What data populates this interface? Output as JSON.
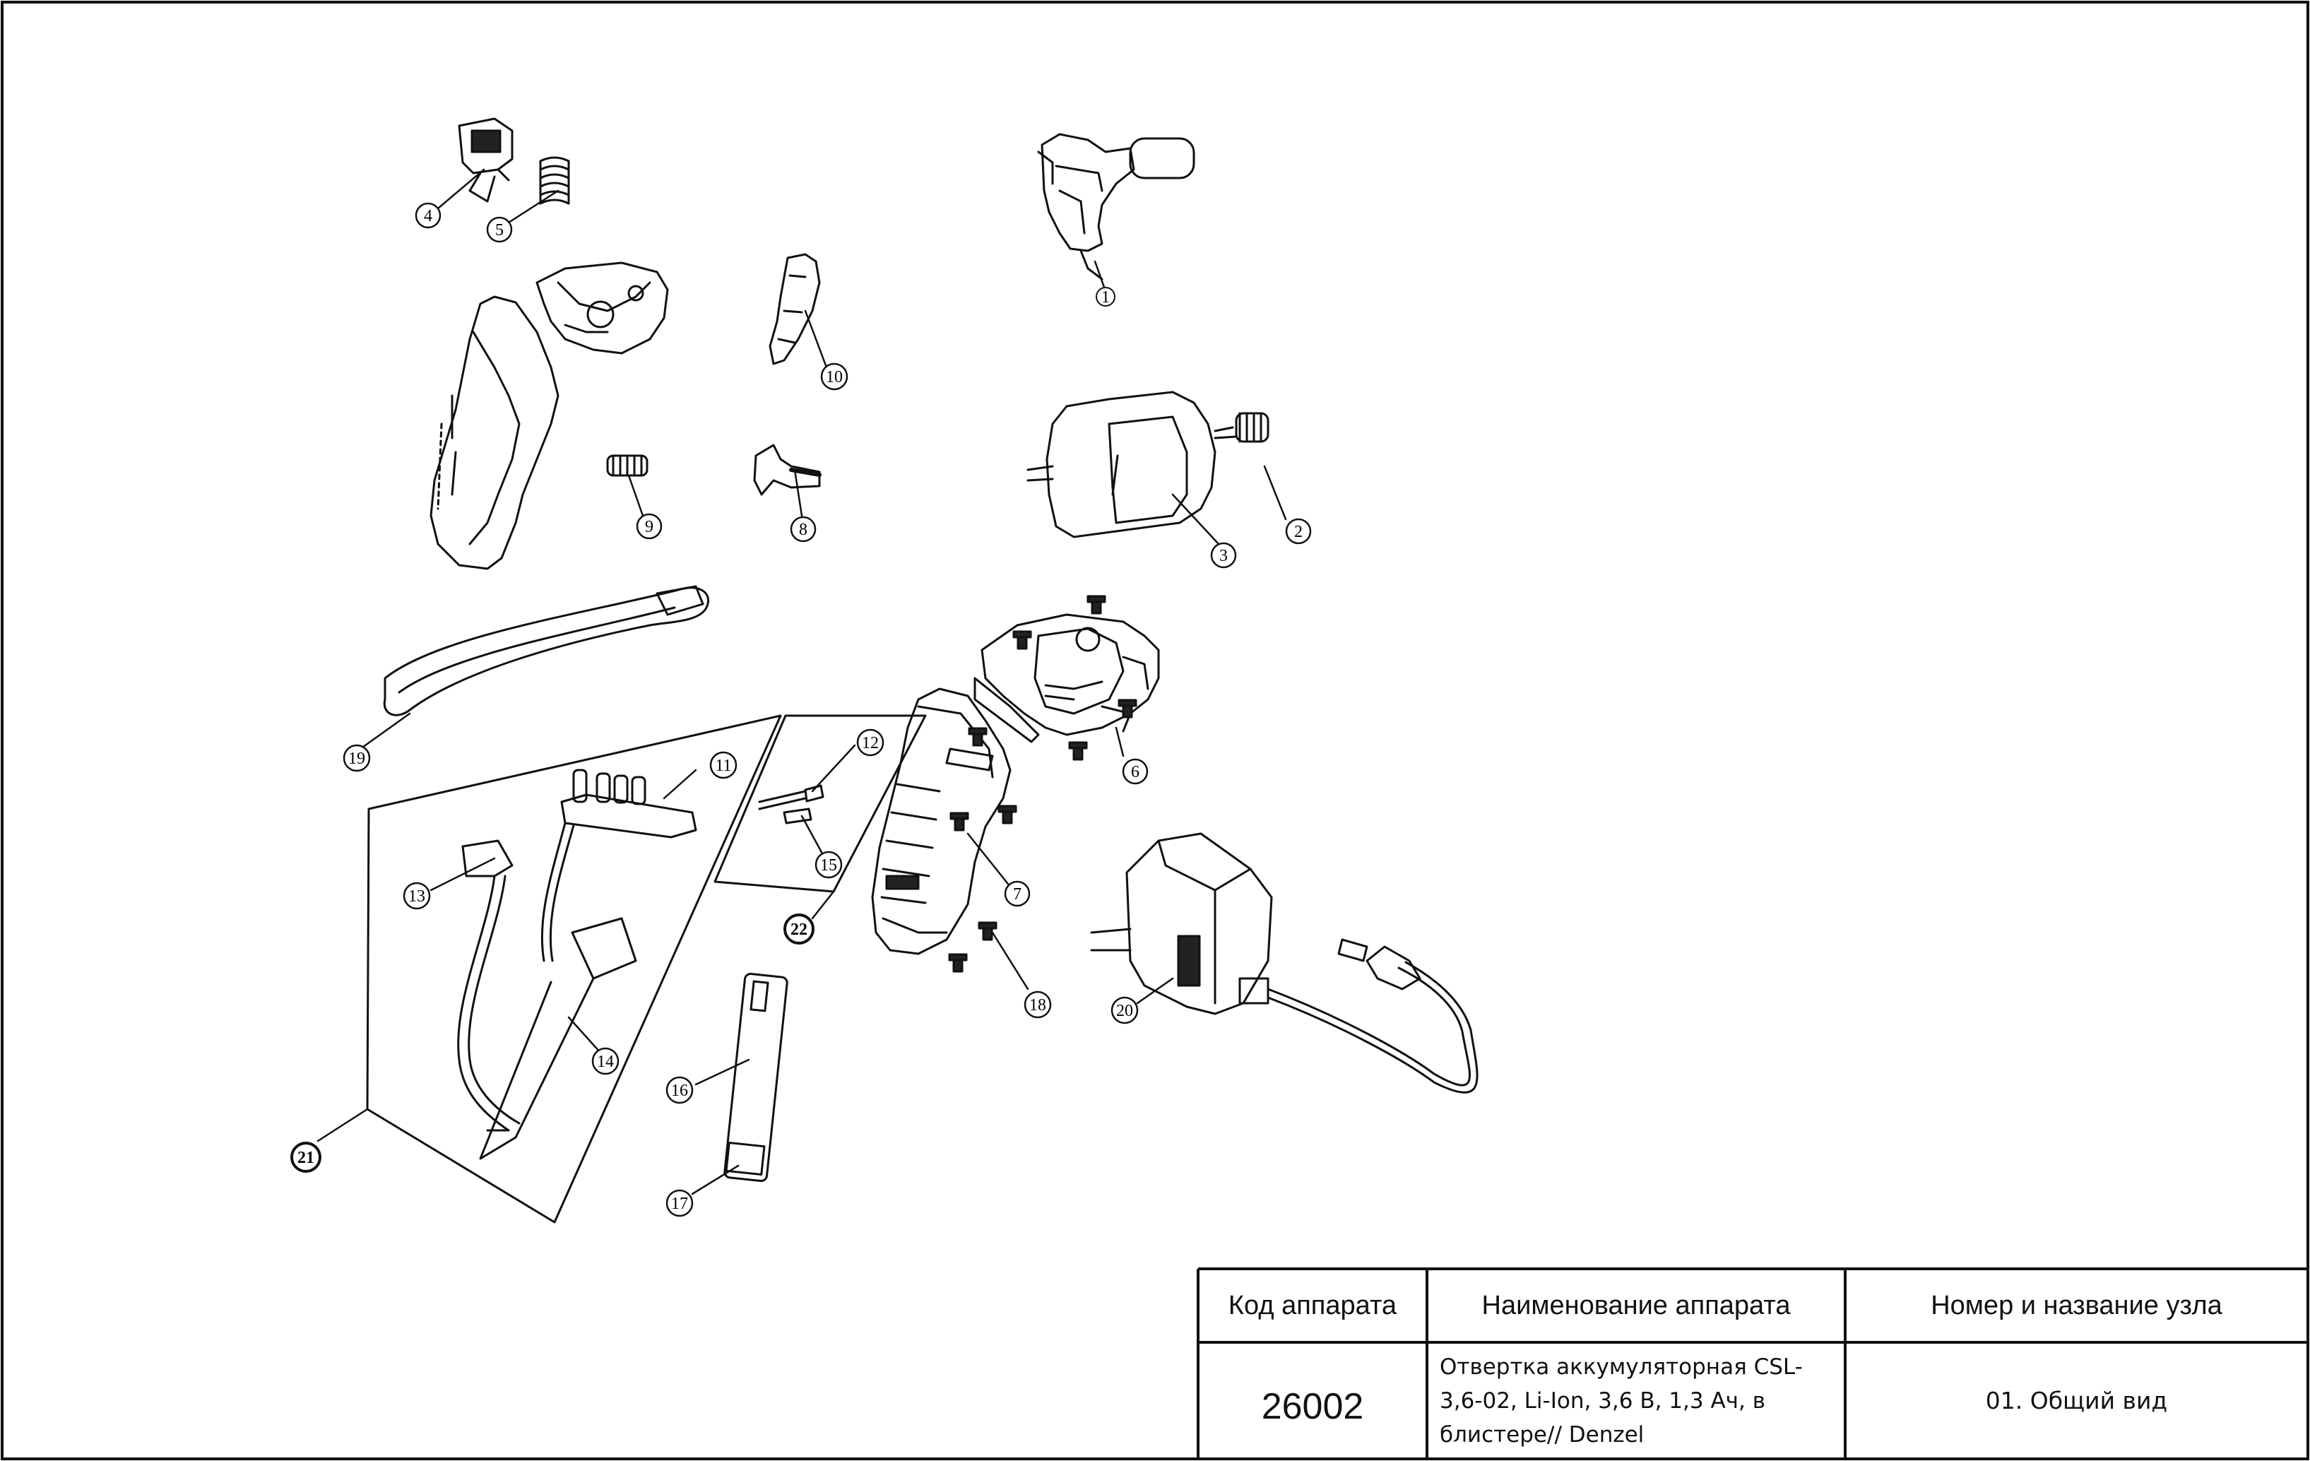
{
  "drawing": {
    "callouts": [
      "1",
      "2",
      "3",
      "4",
      "5",
      "6",
      "7",
      "8",
      "9",
      "10",
      "11",
      "12",
      "13",
      "14",
      "15",
      "16",
      "17",
      "18",
      "19",
      "20",
      "21",
      "22"
    ]
  },
  "title_block": {
    "headers": {
      "code": "Код аппарата",
      "name": "Наименование аппарата",
      "unit": "Номер и название узла"
    },
    "code": "26002",
    "name_lines": [
      "Отвертка аккумуляторная CSL-",
      "3,6-02, Li-Ion, 3,6 В, 1,3 Ач, в",
      "блистере// Denzel"
    ],
    "unit": "01. Общий вид"
  }
}
